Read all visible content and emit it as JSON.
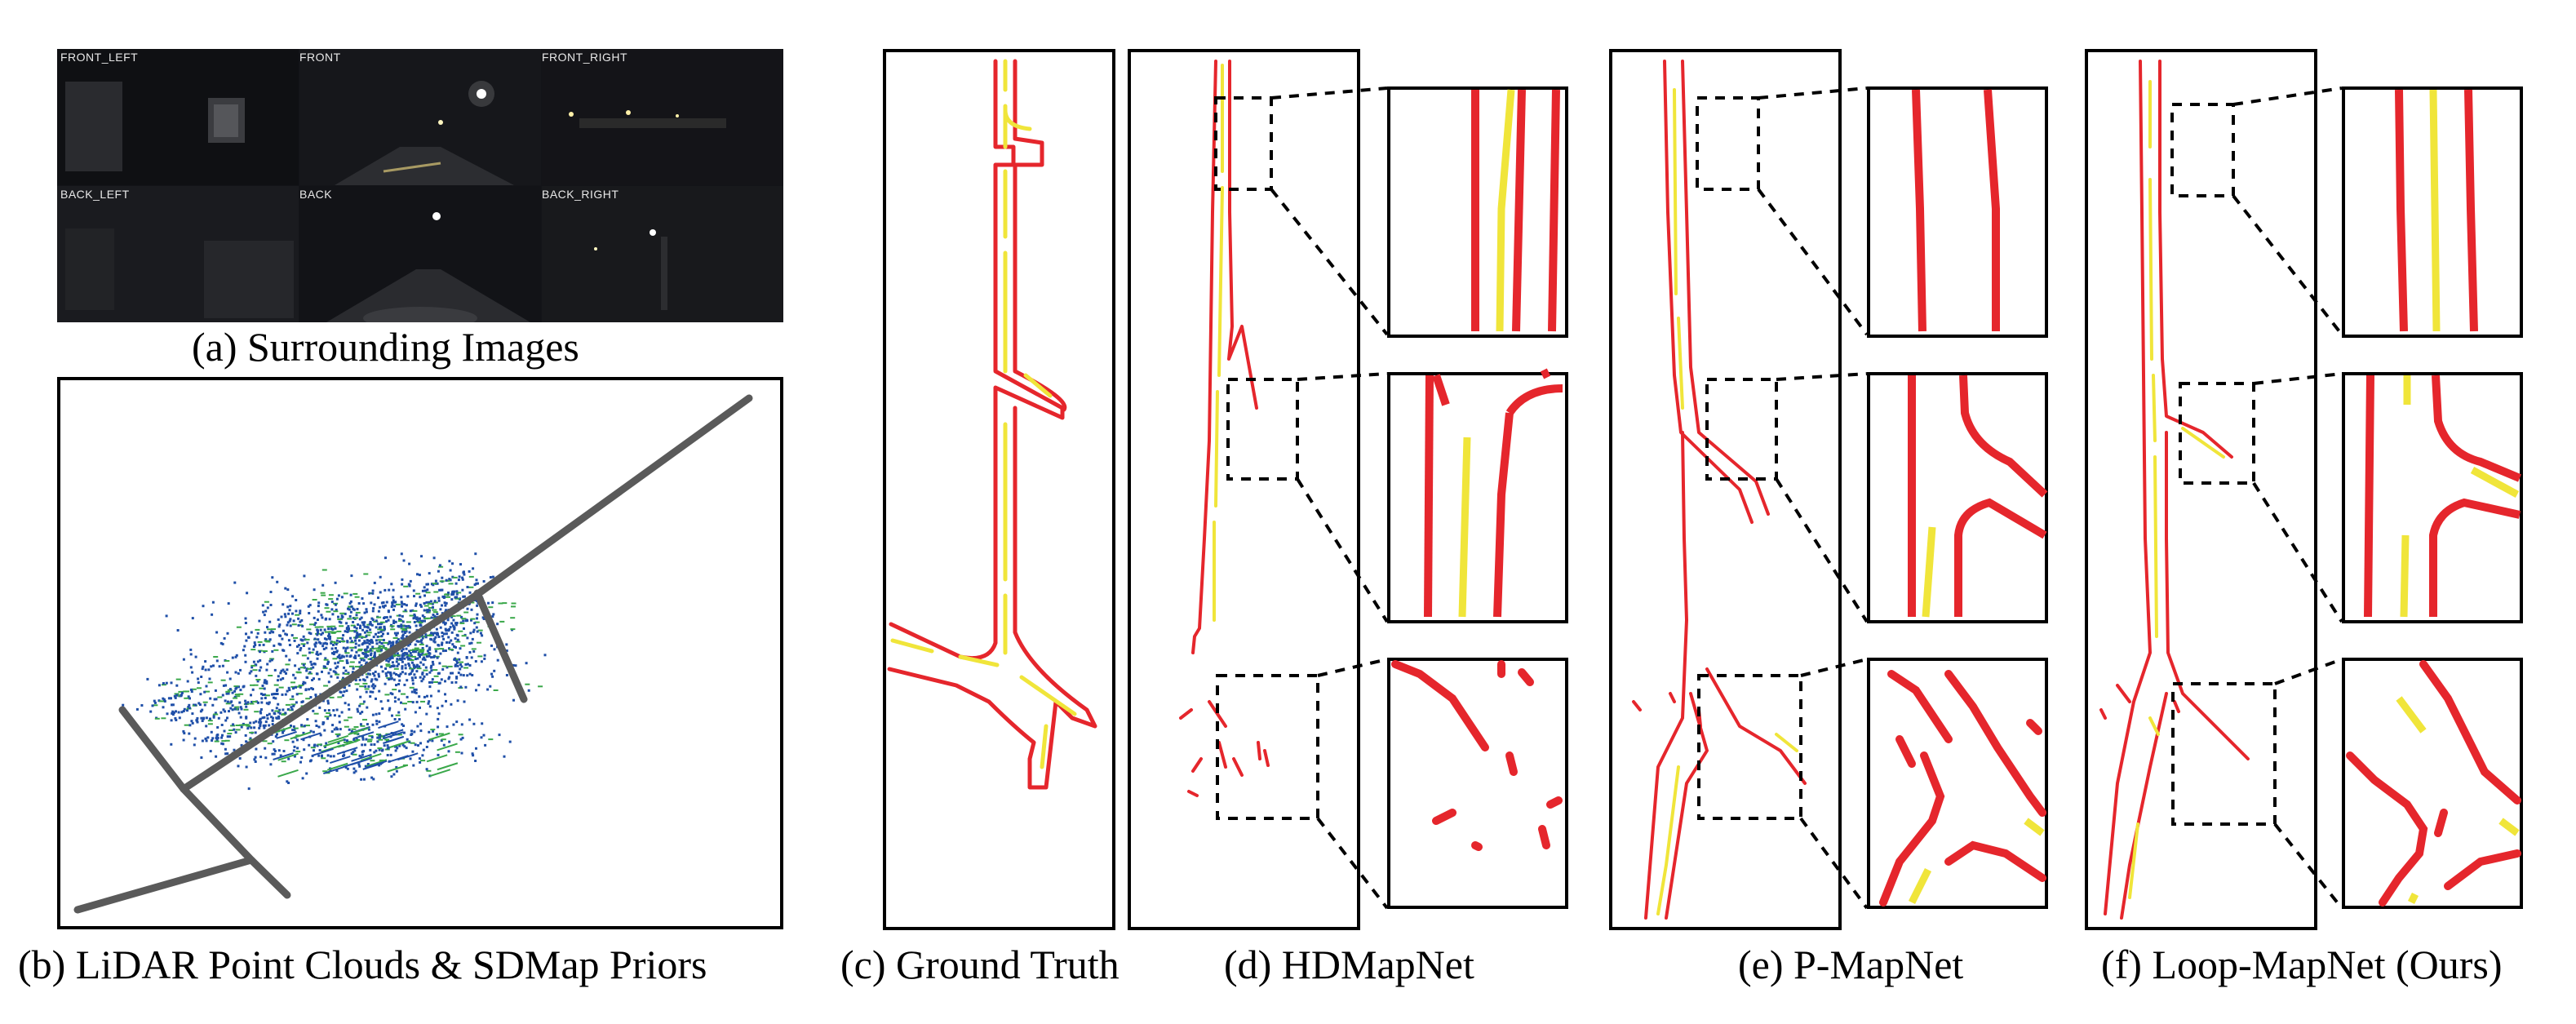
{
  "captions": {
    "a": "(a) Surrounding Images",
    "b": "(b) LiDAR Point Clouds & SDMap Priors",
    "c": "(c) Ground Truth",
    "d": "(d) HDMapNet",
    "e": "(e) P-MapNet",
    "f": "(f) Loop-MapNet (Ours)"
  },
  "cameras": {
    "front_left": "FRONT_LEFT",
    "front": "FRONT",
    "front_right": "FRONT_RIGHT",
    "back_left": "BACK_LEFT",
    "back": "BACK",
    "back_right": "BACK_RIGHT"
  },
  "colors": {
    "divider": "#e5262c",
    "lane": "#f0e53a",
    "sdmap": "#5a5a5a",
    "points_blue": "#1f4fa8",
    "points_green": "#3aa84a",
    "night": "#14151a"
  }
}
